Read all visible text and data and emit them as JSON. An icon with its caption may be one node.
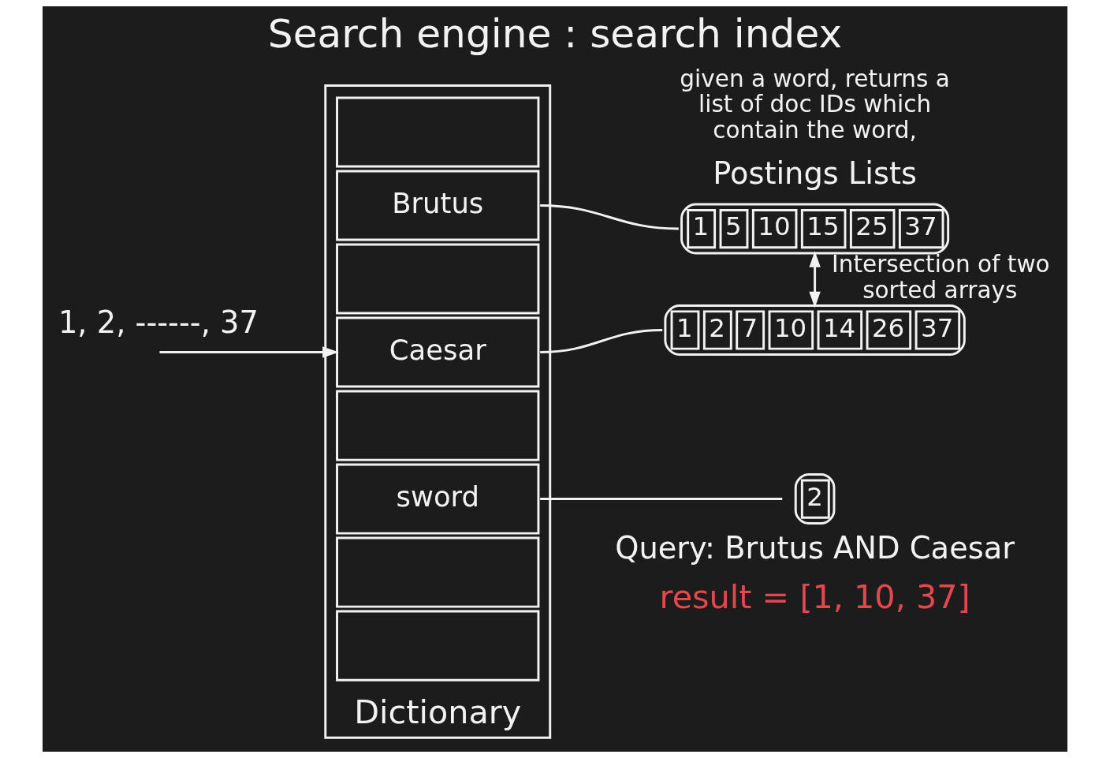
{
  "diagram": {
    "title": "Search engine : search index",
    "nodes": [
      {
        "text": [
          "Dictionary"
        ]
      },
      {
        "text": [],
        "shape": "box",
        "in": 0
      },
      {
        "text": [
          "Brutus"
        ],
        "in": 0
      },
      {
        "text": [],
        "shape": "box",
        "in": 0
      },
      {
        "text": [
          "Caesar"
        ],
        "in": 0
      },
      {
        "text": [],
        "shape": "box",
        "in": 0
      },
      {
        "text": [
          "sword"
        ],
        "in": 0
      },
      {
        "text": [],
        "shape": "box",
        "in": 0
      },
      {
        "text": [],
        "shape": "box",
        "in": 0
      },
      {
        "text": [
          "1",
          "5",
          "10",
          "15",
          "25",
          "37"
        ]
      },
      {
        "text": [
          "1",
          "2",
          "7",
          "10",
          "14",
          "26",
          "37"
        ]
      },
      {
        "text": [
          "2"
        ]
      }
    ],
    "edges": [
      {
        "from": 2,
        "to": 9,
        "arrow": "none"
      },
      {
        "from": 4,
        "to": 10,
        "arrow": "none"
      },
      {
        "from": 6,
        "to": 11,
        "arrow": "none"
      },
      {
        "from": 9,
        "to": 10,
        "arrow": "both",
        "label": "Intersection of two sorted arrays"
      },
      {
        "from": null,
        "to": 4,
        "arrow": "to"
      }
    ],
    "labels": [
      "1, 2, ------, 37",
      "given a word, returns a list of doc IDs which contain the word,",
      "Postings Lists",
      "Query: Brutus AND Caesar",
      "result = [1, 10, 37]"
    ]
  }
}
